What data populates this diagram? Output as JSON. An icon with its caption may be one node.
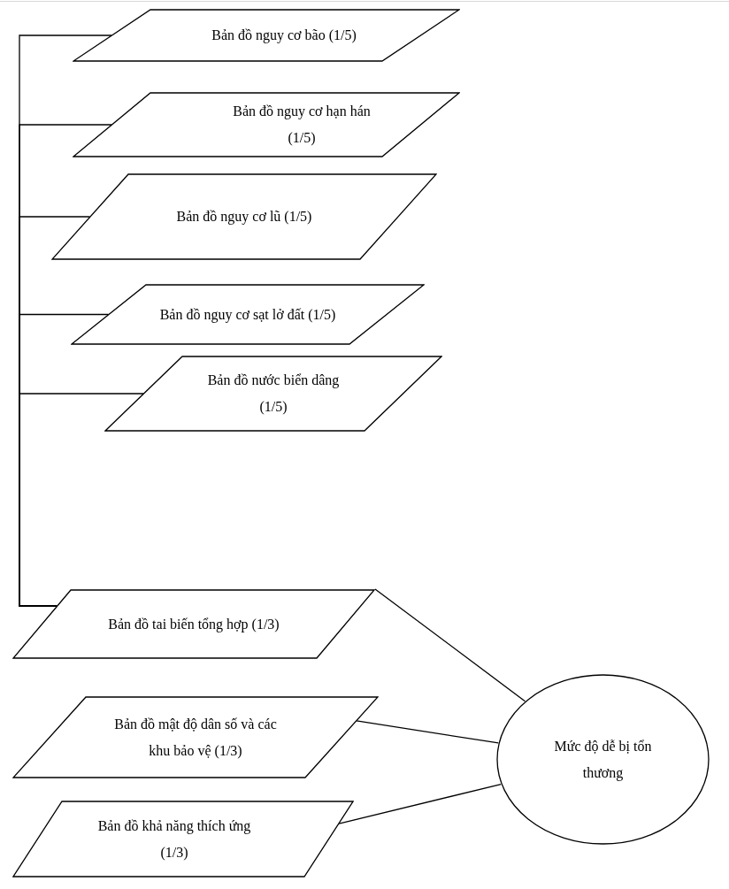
{
  "diagram": {
    "nodes": [
      {
        "text": [
          "Bản đồ nguy cơ bão (1/5)"
        ]
      },
      {
        "text": [
          "Bản đồ nguy cơ hạn hán (1/5)"
        ]
      },
      {
        "text": [
          "Bản đồ nguy cơ lũ (1/5)"
        ]
      },
      {
        "text": [
          "Bản đồ nguy cơ sạt lở đất (1/5)"
        ]
      },
      {
        "text": [
          "Bản đồ nước biển dâng (1/5)"
        ]
      },
      {
        "text": [
          "Bản đồ tai biến tổng hợp (1/3)"
        ]
      },
      {
        "text": [
          "Bản đồ mật độ dân số và các khu bảo vệ (1/3)"
        ]
      },
      {
        "text": [
          "Bản đồ khả năng thích ứng (1/3)"
        ]
      },
      {
        "text": [
          "Mức độ dễ bị tổn thương"
        ]
      }
    ],
    "edges": [
      {
        "from": 0,
        "to": 5,
        "arrow": "none"
      },
      {
        "from": 1,
        "to": 5,
        "arrow": "none"
      },
      {
        "from": 2,
        "to": 5,
        "arrow": "none"
      },
      {
        "from": 3,
        "to": 5,
        "arrow": "none"
      },
      {
        "from": 4,
        "to": 5,
        "arrow": "none"
      },
      {
        "from": 5,
        "to": 8,
        "arrow": "none"
      },
      {
        "from": 6,
        "to": 8,
        "arrow": "none"
      },
      {
        "from": 7,
        "to": 8,
        "arrow": "none"
      }
    ]
  }
}
